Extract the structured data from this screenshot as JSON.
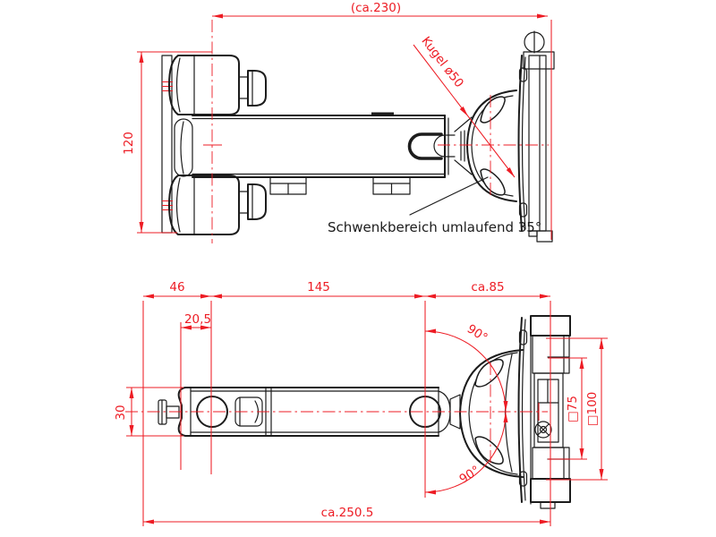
{
  "colors": {
    "line": "#1c1c1c",
    "dim": "#ed1c24",
    "bg": "#ffffff"
  },
  "top_view": {
    "dim_overall_width": "(ca.230)",
    "dim_height": "120",
    "ball_label": "Kugel ø50",
    "swivel_note": "Schwenkbereich umlaufend 35°"
  },
  "bottom_view": {
    "dim_wall_offset": "46",
    "dim_arm_length": "145",
    "dim_head_depth": "ca.85",
    "dim_hole_offset": "20,5",
    "dim_arm_height": "30",
    "angle_up": "90°",
    "angle_down": "90°",
    "dim_vesa_75": "□75",
    "dim_vesa_100": "□100",
    "dim_overall_depth": "ca.250.5"
  }
}
